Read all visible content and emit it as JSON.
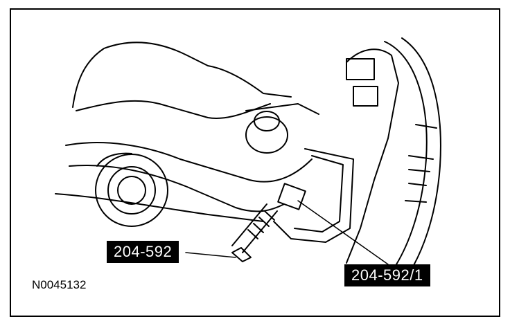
{
  "figure": {
    "callouts": [
      {
        "label": "204-592"
      },
      {
        "label": "204-592/1"
      }
    ],
    "figure_id": "N0045132"
  }
}
